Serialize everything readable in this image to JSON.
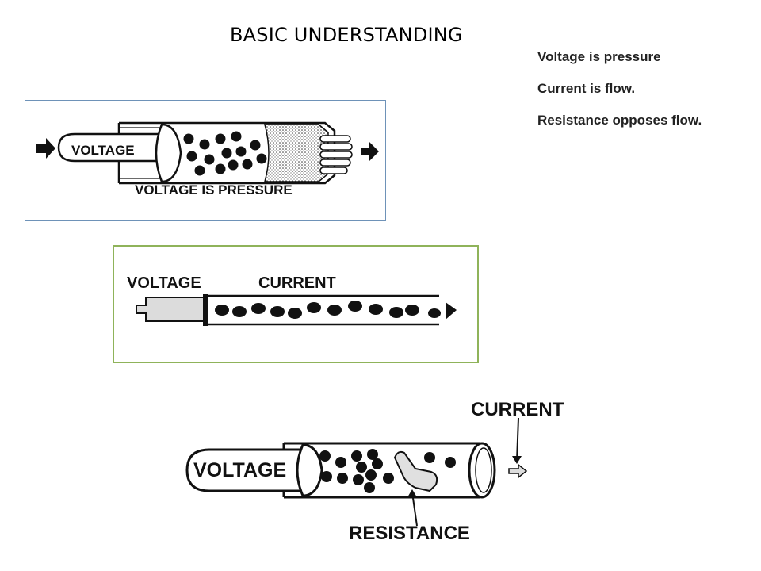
{
  "title": "BASIC UNDERSTANDING",
  "facts": [
    "Voltage is pressure",
    "Current is flow.",
    "Resistance opposes flow."
  ],
  "diagram1": {
    "voltage_label": "VOLTAGE",
    "caption": "VOLTAGE IS PRESSURE"
  },
  "diagram2": {
    "voltage_label": "VOLTAGE",
    "current_label": "CURRENT"
  },
  "diagram3": {
    "voltage_label": "VOLTAGE",
    "current_label": "CURRENT",
    "resistance_label": "RESISTANCE"
  }
}
